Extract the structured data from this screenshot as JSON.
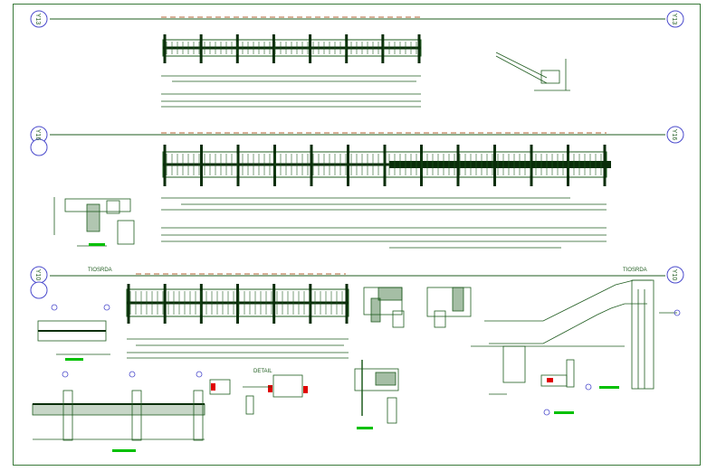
{
  "drawing": {
    "colors": {
      "line": "#1f5c1f",
      "dark": "#0a2e0a",
      "accent_red": "#e00000",
      "accent_green": "#00c000",
      "accent_blue": "#4a4acc",
      "border": "#3a7a3a"
    },
    "axis_markers": [
      {
        "id": "y13-left",
        "label": "Y13"
      },
      {
        "id": "y13-right",
        "label": "Y13"
      },
      {
        "id": "y16-left",
        "label": "Y16"
      },
      {
        "id": "y16-right",
        "label": "Y16"
      },
      {
        "id": "y10-left",
        "label": "Y10"
      },
      {
        "id": "y10-right",
        "label": "Y10"
      }
    ],
    "section_titles": {
      "row3_left": "TIOSRDA",
      "row3_right": "TIOSRDA",
      "center_detail": "DETAIL"
    }
  }
}
